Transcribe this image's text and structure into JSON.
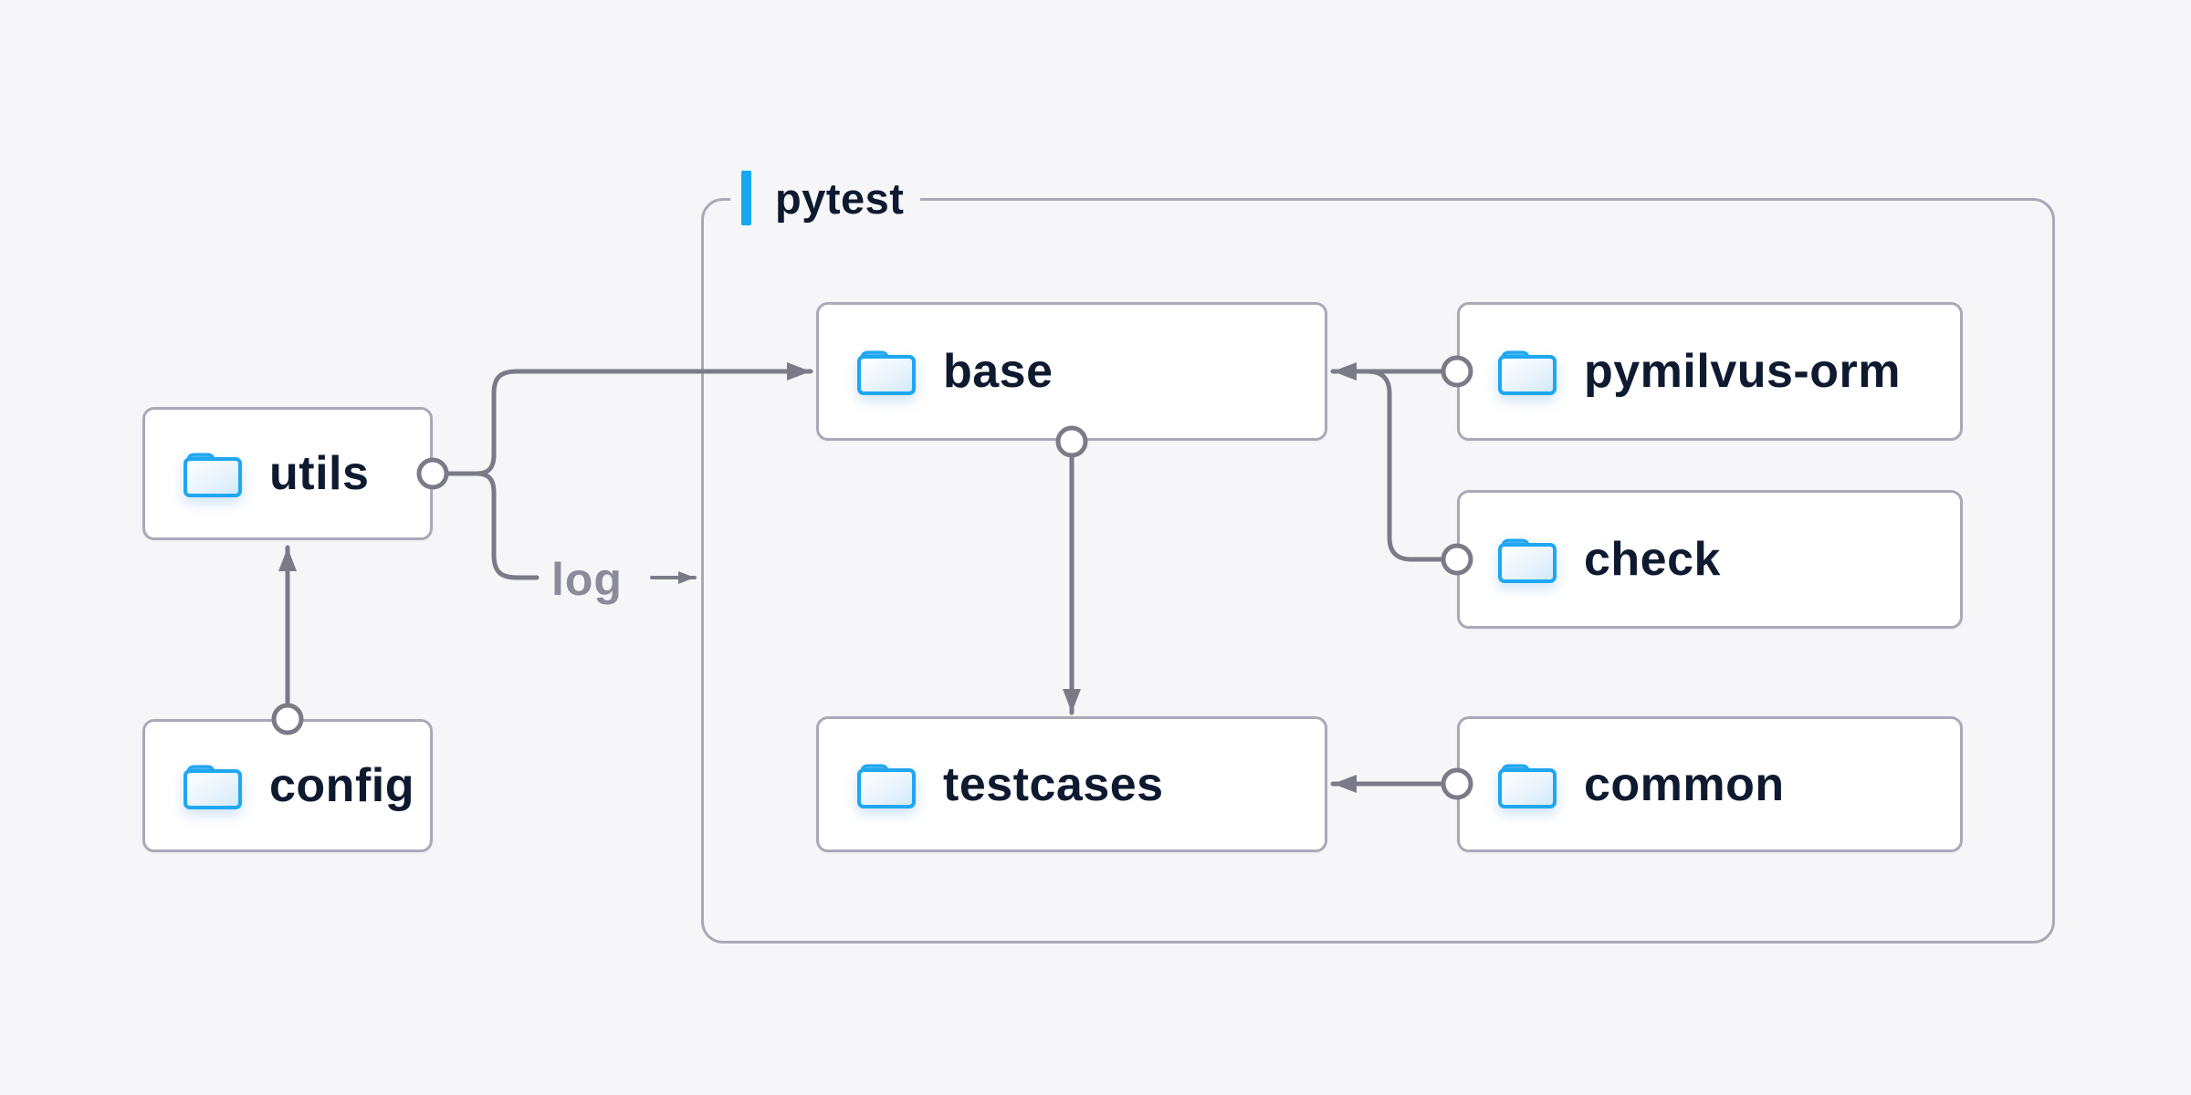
{
  "group": {
    "label": "pytest"
  },
  "nodes": {
    "utils": {
      "label": "utils"
    },
    "config": {
      "label": "config"
    },
    "base": {
      "label": "base"
    },
    "pymilvus": {
      "label": "pymilvus-orm"
    },
    "check": {
      "label": "check"
    },
    "testcases": {
      "label": "testcases"
    },
    "common": {
      "label": "common"
    }
  },
  "edges": {
    "log_label": "log",
    "list": [
      {
        "from": "config",
        "to": "utils"
      },
      {
        "from": "utils",
        "to": "base"
      },
      {
        "from": "utils",
        "to": "pytest-group",
        "label": "log"
      },
      {
        "from": "base",
        "to": "testcases"
      },
      {
        "from": "pymilvus-orm",
        "to": "base"
      },
      {
        "from": "check",
        "to": "base"
      },
      {
        "from": "common",
        "to": "testcases"
      }
    ]
  },
  "colors": {
    "background": "#f6f6f8",
    "accent_blue": "#16a7f1",
    "folder_blue": "#1ea7f2",
    "connector_gray": "#7b7b88",
    "box_border": "#a9a9b8",
    "text_dark": "#0e1a2f",
    "edge_label_gray": "#8b8b99"
  }
}
